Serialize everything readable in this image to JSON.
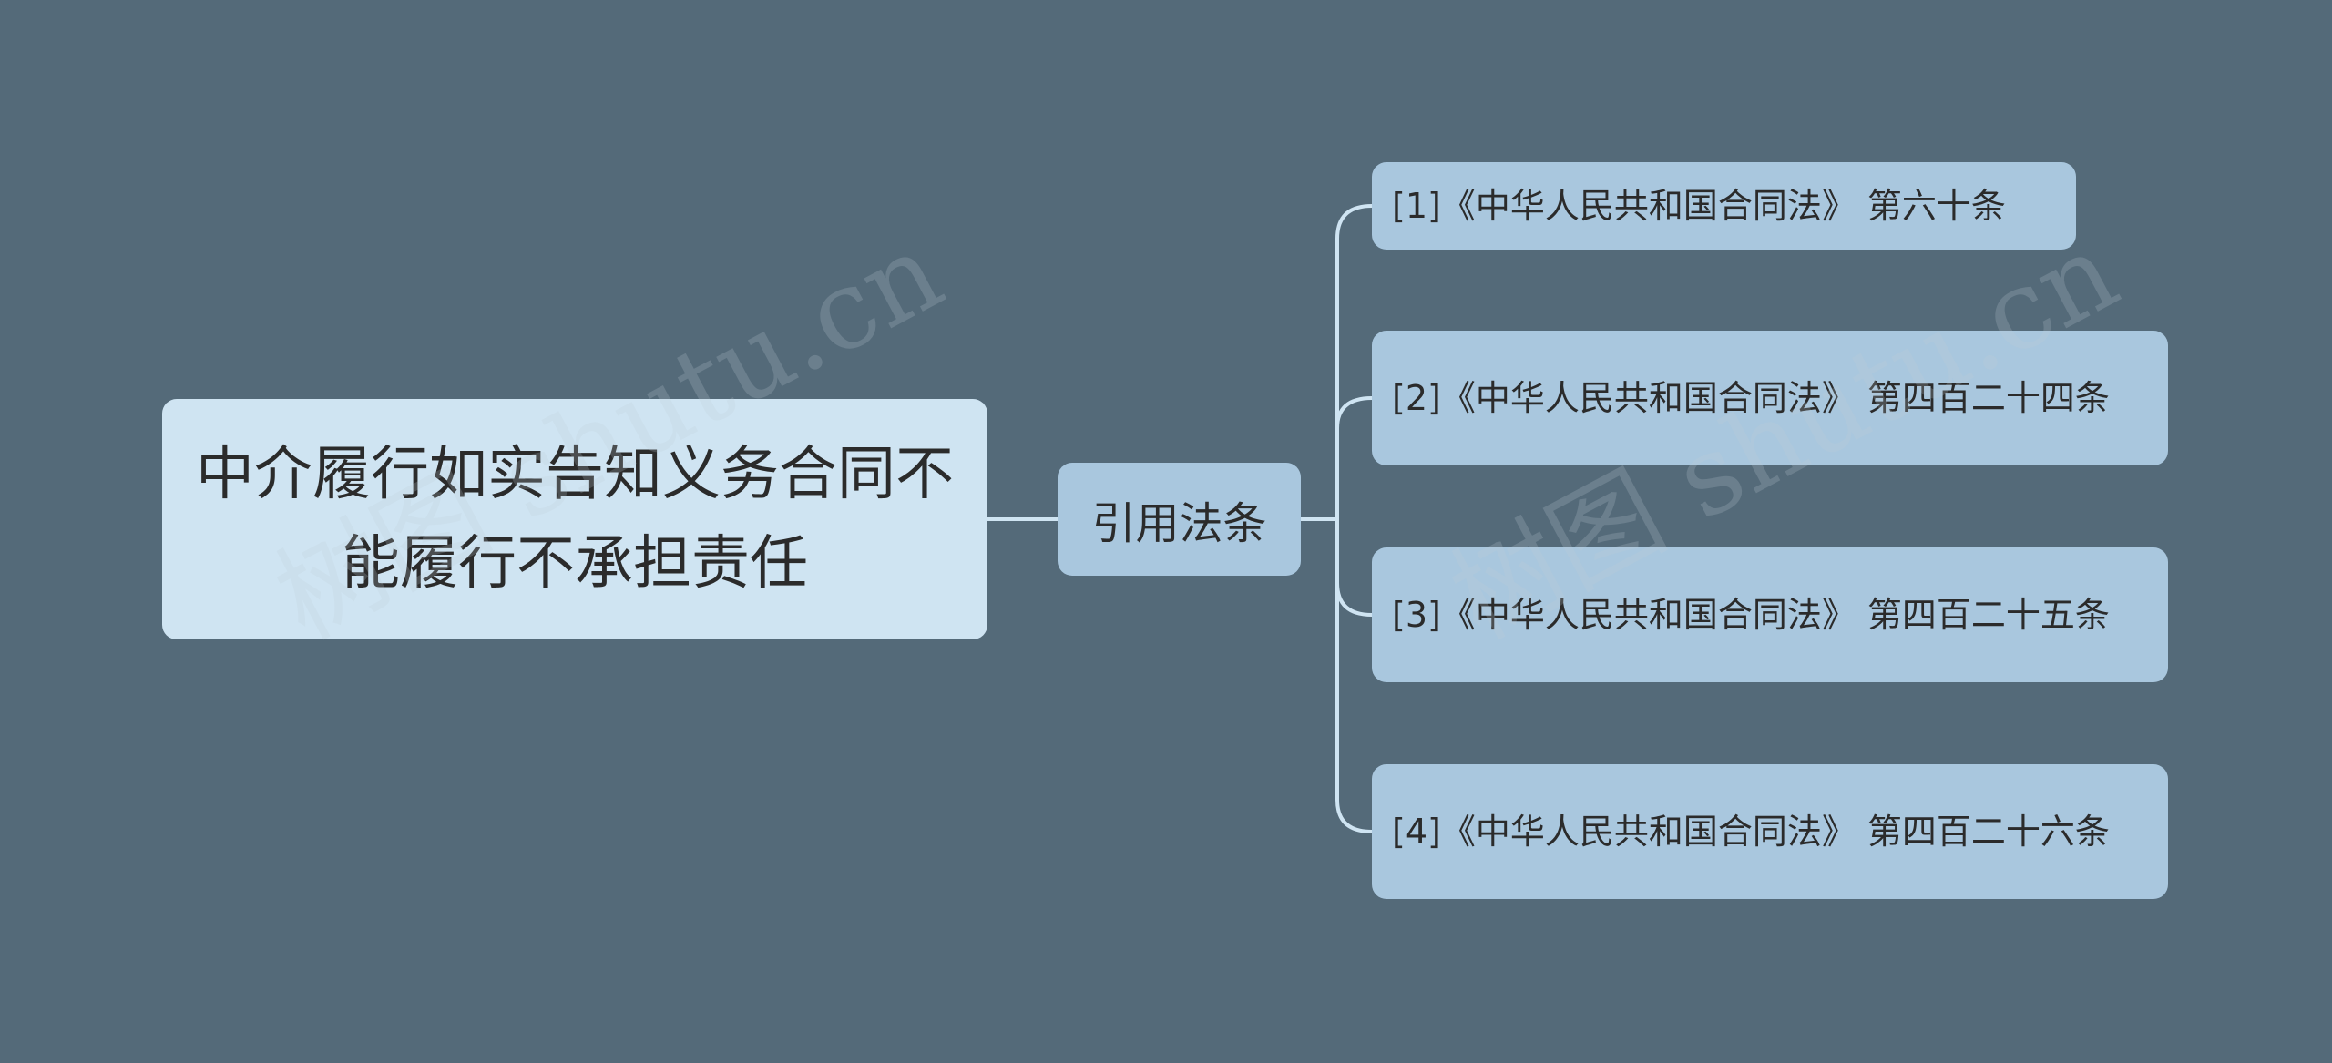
{
  "root": {
    "text": "中介履行如实告知义务合同不能履行不承担责任"
  },
  "mid": {
    "text": "引用法条"
  },
  "leaves": [
    {
      "text": "[1]《中华人民共和国合同法》 第六十条"
    },
    {
      "text": "[2]《中华人民共和国合同法》 第四百二十四条"
    },
    {
      "text": "[3]《中华人民共和国合同法》 第四百二十五条"
    },
    {
      "text": "[4]《中华人民共和国合同法》 第四百二十六条"
    }
  ],
  "watermark": "树图 shutu.cn",
  "colors": {
    "background": "#546a79",
    "root_fill": "#cfe4f2",
    "node_fill": "#a9c7de",
    "connector": "#cfe4f2",
    "text": "#2b2b2b"
  }
}
